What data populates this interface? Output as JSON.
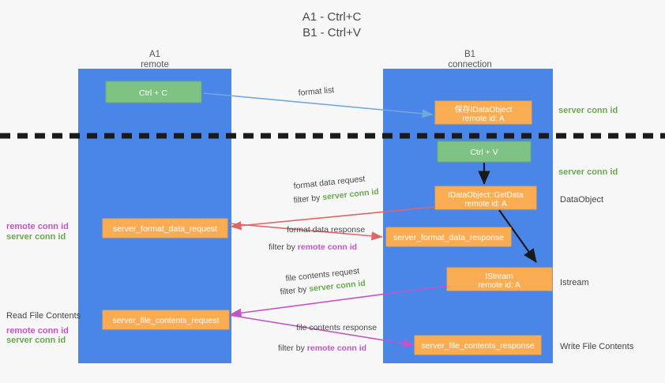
{
  "title": {
    "line1": "A1 - Ctrl+C",
    "line2": "B1 - Ctrl+V"
  },
  "columns": [
    {
      "name": "A1",
      "role": "remote"
    },
    {
      "name": "B1",
      "role": "connection"
    }
  ],
  "nodes": {
    "ctrl_c": "Ctrl + C",
    "ctrl_v": "Ctrl + V",
    "save_dataobject_line1": "保存IDataObject",
    "save_dataobject_line2": "remote id: A",
    "getdata_line1": "IDataObject::GetData",
    "getdata_line2": "remote id: A",
    "istream_line1": "IStream",
    "istream_line2": "remote id: A",
    "server_format_data_request": "server_format_data_request",
    "server_format_data_response": "server_format_data_response",
    "server_file_contents_request": "server_file_contents_request",
    "server_file_contents_response": "server_file_contents_response"
  },
  "edges": {
    "format_list": "format list",
    "format_data_request": "format data request",
    "format_data_response": "format data response",
    "file_contents_request": "file contents request",
    "file_contents_response": "file contents response",
    "filter_by": "filter by ",
    "server_conn_id": "server conn id",
    "remote_conn_id": "remote conn id"
  },
  "side_labels": {
    "server_conn_id_top": "server conn id",
    "server_conn_id_mid": "server conn id",
    "dataobject": "DataObject",
    "istream": "Istream",
    "write_file_contents": "Write File Contents",
    "read_file_contents": "Read File Contents",
    "remote_conn_id": "remote conn id",
    "server_conn_id": "server conn id"
  },
  "colors": {
    "lane": "#4a86e8",
    "green_box": "#7ec384",
    "orange_box": "#f9ac52",
    "server_conn_id": "#6aa84f",
    "remote_conn_id": "#c354c3",
    "arrow_blue": "#6fa8dc",
    "arrow_red": "#e06666",
    "arrow_magenta": "#c354c3",
    "arrow_dark": "#1a1a1a",
    "divider": "#1a1a1a",
    "background": "#f7f7f7"
  }
}
